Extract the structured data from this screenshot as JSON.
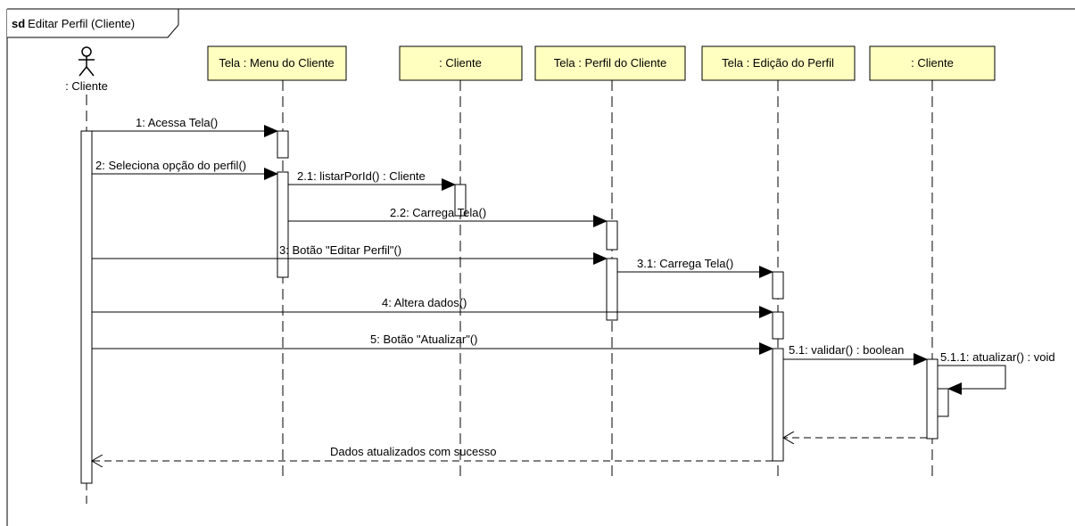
{
  "frame": {
    "keyword": "sd",
    "title": "Editar Perfil (Cliente)"
  },
  "colors": {
    "head_fill": "#ffffc0",
    "line": "#000000",
    "activation_fill": "#ffffff"
  },
  "actor": {
    "icon": "stick-figure-icon",
    "label": ": Cliente"
  },
  "lifelines": [
    {
      "id": "menu",
      "label": "Tela : Menu do Cliente"
    },
    {
      "id": "cliente1",
      "label": ": Cliente"
    },
    {
      "id": "perfil",
      "label": "Tela : Perfil do Cliente"
    },
    {
      "id": "edicao",
      "label": "Tela : Edição do Perfil"
    },
    {
      "id": "cliente2",
      "label": ": Cliente"
    }
  ],
  "messages": [
    {
      "id": "m1",
      "label": "1: Acessa Tela()",
      "from": "actor",
      "to": "menu",
      "kind": "sync"
    },
    {
      "id": "m2",
      "label": "2: Seleciona opção do perfil()",
      "from": "actor",
      "to": "menu",
      "kind": "sync"
    },
    {
      "id": "m21",
      "label": "2.1: listarPorId() : Cliente",
      "from": "menu",
      "to": "cliente1",
      "kind": "sync"
    },
    {
      "id": "m22",
      "label": "2.2: Carrega Tela()",
      "from": "menu",
      "to": "perfil",
      "kind": "sync"
    },
    {
      "id": "m3",
      "label": "3: Botão \"Editar Perfil\"()",
      "from": "actor",
      "to": "perfil",
      "kind": "sync"
    },
    {
      "id": "m31",
      "label": "3.1: Carrega Tela()",
      "from": "perfil",
      "to": "edicao",
      "kind": "sync"
    },
    {
      "id": "m4",
      "label": "4: Altera dados()",
      "from": "actor",
      "to": "edicao",
      "kind": "sync"
    },
    {
      "id": "m5",
      "label": "5: Botão \"Atualizar\"()",
      "from": "actor",
      "to": "edicao",
      "kind": "sync"
    },
    {
      "id": "m51",
      "label": "5.1: validar() : boolean",
      "from": "edicao",
      "to": "cliente2",
      "kind": "sync"
    },
    {
      "id": "m511",
      "label": "5.1.1: atualizar() : void",
      "from": "cliente2",
      "to": "cliente2",
      "kind": "self"
    },
    {
      "id": "r51",
      "label": "",
      "from": "cliente2",
      "to": "edicao",
      "kind": "return"
    },
    {
      "id": "r0",
      "label": "Dados atualizados com sucesso",
      "from": "edicao",
      "to": "actor",
      "kind": "return"
    }
  ]
}
